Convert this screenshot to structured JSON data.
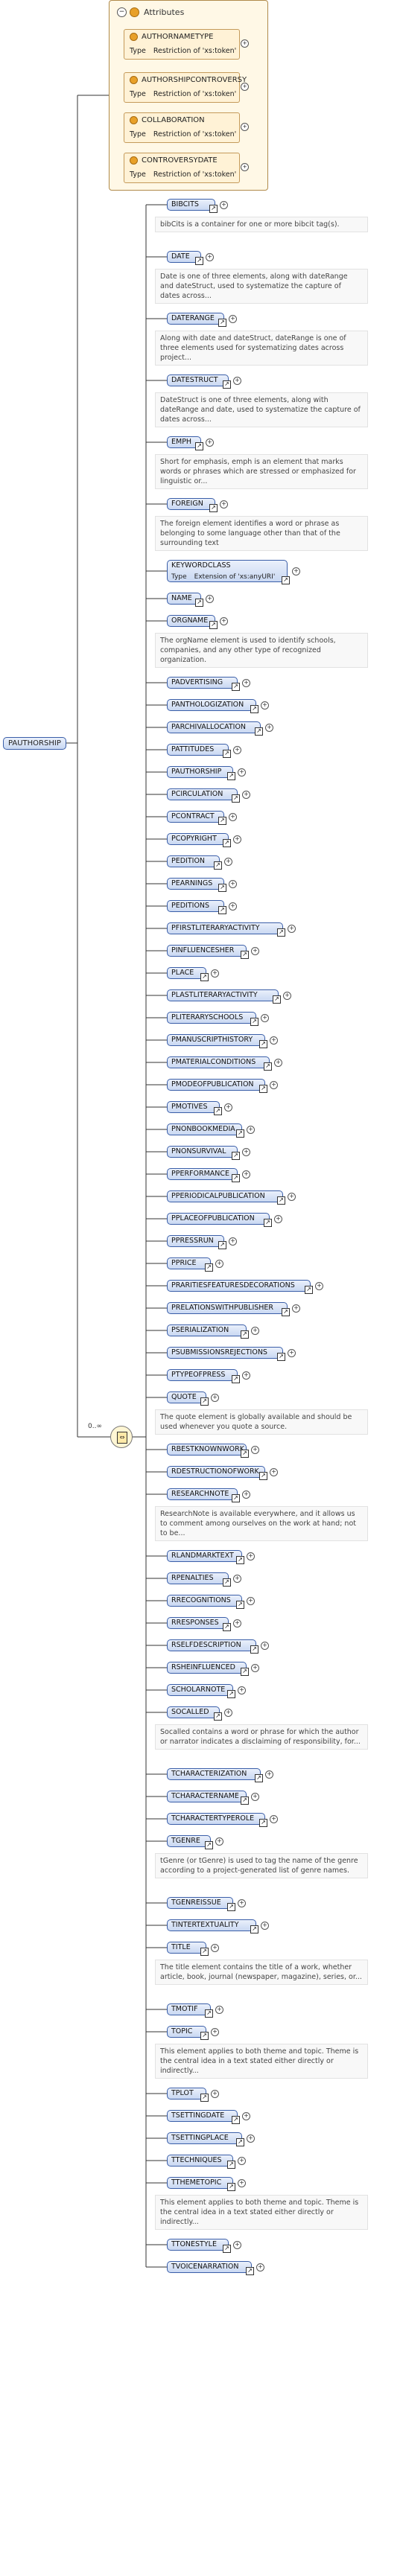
{
  "attributes": {
    "title": "Attributes",
    "items": [
      {
        "name": "AUTHORNAMETYPE",
        "type_label": "Type",
        "type_value": "Restriction of 'xs:token'"
      },
      {
        "name": "AUTHORSHIPCONTROVERSY",
        "type_label": "Type",
        "type_value": "Restriction of 'xs:token'"
      },
      {
        "name": "COLLABORATION",
        "type_label": "Type",
        "type_value": "Restriction of 'xs:token'"
      },
      {
        "name": "CONTROVERSYDATE",
        "type_label": "Type",
        "type_value": "Restriction of 'xs:token'"
      }
    ]
  },
  "root": {
    "name": "PAUTHORSHIP"
  },
  "choice": {
    "occurrence": "0..∞"
  },
  "elements": [
    {
      "name": "BIBCITS",
      "doc": "bibCits is a container for one or more bibcit tag(s)."
    },
    {
      "name": "DATE",
      "doc": "Date is one of three elements, along with dateRange and dateStruct, used to systematize the capture of dates across..."
    },
    {
      "name": "DATERANGE",
      "doc": "Along with date and dateStruct, dateRange is one of three elements used for systematizing dates across project..."
    },
    {
      "name": "DATESTRUCT",
      "doc": "DateStruct is one of three elements, along with dateRange and date, used to systematize the capture of dates across..."
    },
    {
      "name": "EMPH",
      "doc": "Short for emphasis, emph is an element that marks words or phrases which are stressed or emphasized for linguistic or..."
    },
    {
      "name": "FOREIGN",
      "doc": "The foreign element identifies a word or phrase as belonging to some language other than that of the surrounding text"
    },
    {
      "name": "KEYWORDCLASS",
      "type_label": "Type",
      "type_value": "Extension of 'xs:anyURI'"
    },
    {
      "name": "NAME"
    },
    {
      "name": "ORGNAME",
      "doc": "The orgName element is used to identify schools, companies, and any other type of recognized organization."
    },
    {
      "name": "PADVERTISING"
    },
    {
      "name": "PANTHOLOGIZATION"
    },
    {
      "name": "PARCHIVALLOCATION"
    },
    {
      "name": "PATTITUDES"
    },
    {
      "name": "PAUTHORSHIP"
    },
    {
      "name": "PCIRCULATION"
    },
    {
      "name": "PCONTRACT"
    },
    {
      "name": "PCOPYRIGHT"
    },
    {
      "name": "PEDITION"
    },
    {
      "name": "PEARNINGS"
    },
    {
      "name": "PEDITIONS"
    },
    {
      "name": "PFIRSTLITERARYACTIVITY"
    },
    {
      "name": "PINFLUENCESHER"
    },
    {
      "name": "PLACE"
    },
    {
      "name": "PLASTLITERARYACTIVITY"
    },
    {
      "name": "PLITERARYSCHOOLS"
    },
    {
      "name": "PMANUSCRIPTHISTORY"
    },
    {
      "name": "PMATERIALCONDITIONS"
    },
    {
      "name": "PMODEOFPUBLICATION"
    },
    {
      "name": "PMOTIVES"
    },
    {
      "name": "PNONBOOKMEDIA"
    },
    {
      "name": "PNONSURVIVAL"
    },
    {
      "name": "PPERFORMANCE"
    },
    {
      "name": "PPERIODICALPUBLICATION"
    },
    {
      "name": "PPLACEOFPUBLICATION"
    },
    {
      "name": "PPRESSRUN"
    },
    {
      "name": "PPRICE"
    },
    {
      "name": "PRARITIESFEATURESDECORATIONS"
    },
    {
      "name": "PRELATIONSWITHPUBLISHER"
    },
    {
      "name": "PSERIALIZATION"
    },
    {
      "name": "PSUBMISSIONSREJECTIONS"
    },
    {
      "name": "PTYPEOFPRESS"
    },
    {
      "name": "QUOTE",
      "doc": "The quote element is globally available and should be used whenever you quote a source."
    },
    {
      "name": "RBESTKNOWNWORK"
    },
    {
      "name": "RDESTRUCTIONOFWORK"
    },
    {
      "name": "RESEARCHNOTE",
      "doc": "ResearchNote is available everywhere, and it allows us to comment among ourselves on the work at hand; not to be..."
    },
    {
      "name": "RLANDMARKTEXT"
    },
    {
      "name": "RPENALTIES"
    },
    {
      "name": "RRECOGNITIONS"
    },
    {
      "name": "RRESPONSES"
    },
    {
      "name": "RSELFDESCRIPTION"
    },
    {
      "name": "RSHEINFLUENCED"
    },
    {
      "name": "SCHOLARNOTE"
    },
    {
      "name": "SOCALLED",
      "doc": "Socalled contains a word or phrase for which the author or narrator indicates a disclaiming of responsibility, for..."
    },
    {
      "name": "TCHARACTERIZATION"
    },
    {
      "name": "TCHARACTERNAME"
    },
    {
      "name": "TCHARACTERTYPEROLE"
    },
    {
      "name": "TGENRE",
      "doc": "tGenre (or tGenre) is used to tag the name of the genre according to a project-generated list of genre names."
    },
    {
      "name": "TGENREISSUE"
    },
    {
      "name": "TINTERTEXTUALITY"
    },
    {
      "name": "TITLE",
      "doc": "The title element contains the title of a work, whether article, book, journal (newspaper, magazine), series, or..."
    },
    {
      "name": "TMOTIF"
    },
    {
      "name": "TOPIC",
      "doc": "This element applies to both theme and topic. Theme is the central idea in a text stated either directly or indirectly..."
    },
    {
      "name": "TPLOT"
    },
    {
      "name": "TSETTINGDATE"
    },
    {
      "name": "TSETTINGPLACE"
    },
    {
      "name": "TTECHNIQUES"
    },
    {
      "name": "TTHEMETOPIC",
      "doc": "This element applies to both theme and topic. Theme is the central idea in a text stated either directly or indirectly..."
    },
    {
      "name": "TTONESTYLE"
    },
    {
      "name": "TVOICENARRATION"
    }
  ],
  "colors": {
    "element_fill": "#c9d8f2",
    "element_border": "#3a5ea8",
    "attr_fill": "#fff8e6",
    "line": "#333333"
  }
}
